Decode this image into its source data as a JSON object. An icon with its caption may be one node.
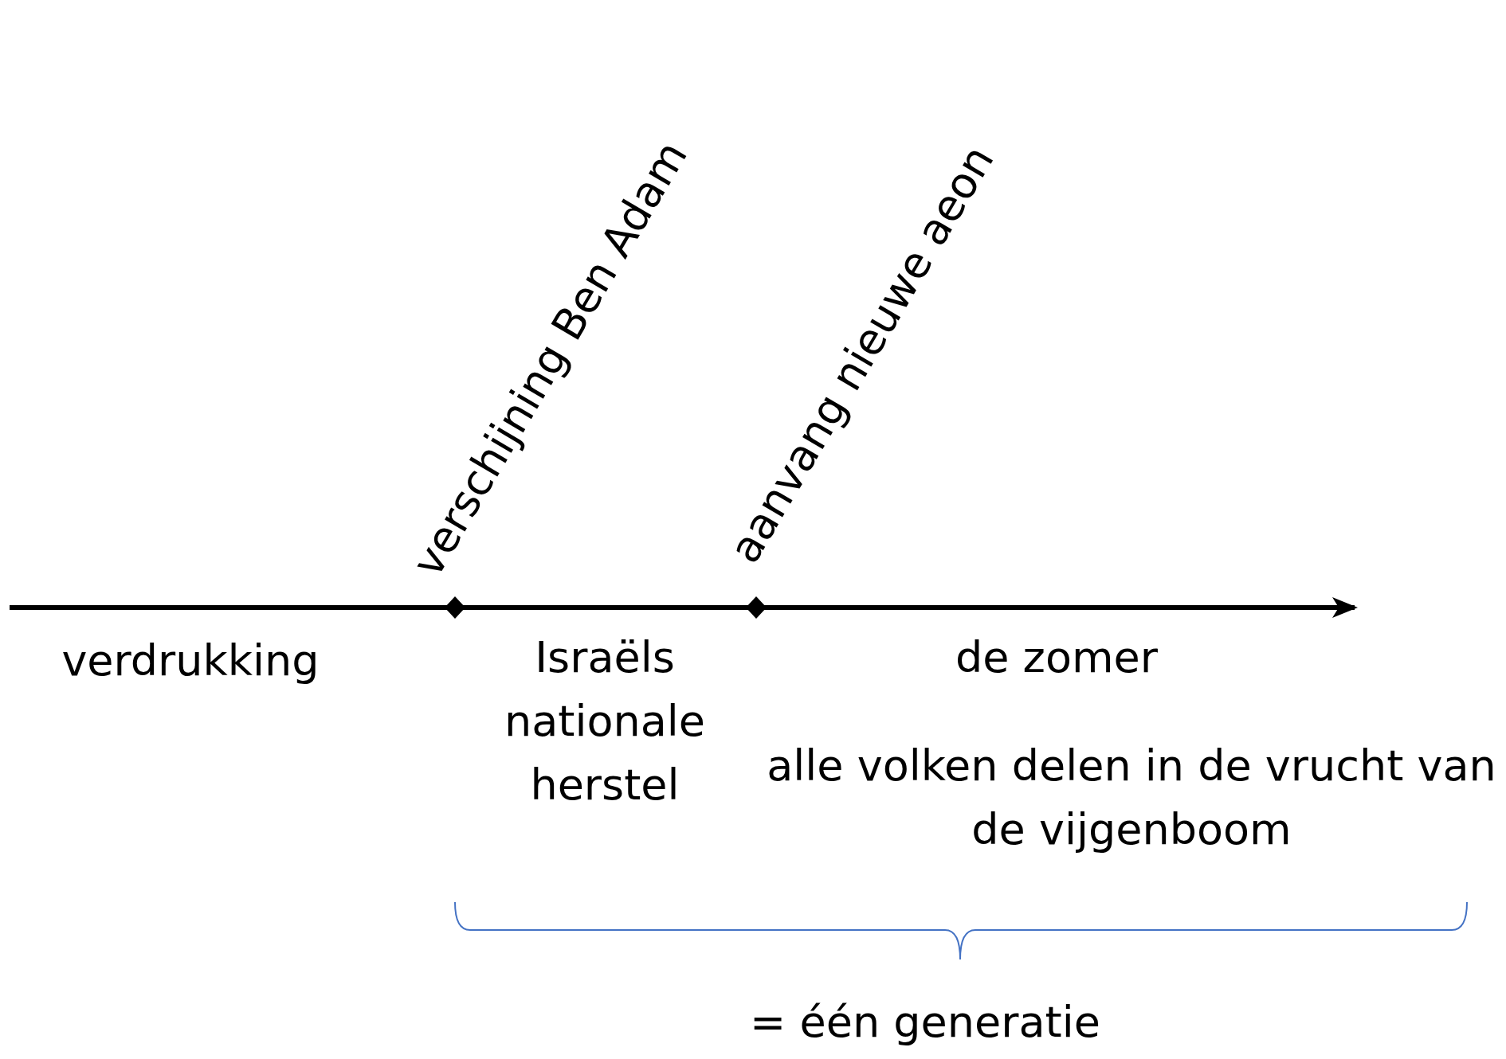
{
  "diagram": {
    "labels": [
      "verschijning Ben Adam",
      "aanvang nieuwe aeon",
      "verdrukking",
      "Israëls nationale herstel",
      "de zomer",
      "alle volken delen in de vrucht van de vijgenboom",
      "= één generatie"
    ]
  }
}
